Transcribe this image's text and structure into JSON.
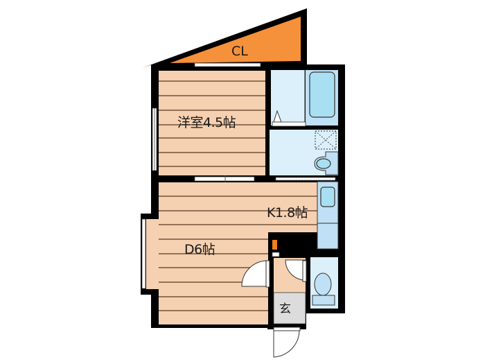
{
  "floor_plan": {
    "rooms": [
      {
        "id": "closet",
        "label": "CL",
        "type": "closet"
      },
      {
        "id": "western-room",
        "label": "洋室4.5帖",
        "type": "bedroom",
        "size_jo": 4.5
      },
      {
        "id": "kitchen",
        "label": "K1.8帖",
        "type": "kitchen",
        "size_jo": 1.8
      },
      {
        "id": "dining",
        "label": "D6帖",
        "type": "dining",
        "size_jo": 6
      },
      {
        "id": "entrance",
        "label": "玄",
        "type": "entrance"
      },
      {
        "id": "bathroom",
        "label": "",
        "type": "bath"
      },
      {
        "id": "washroom",
        "label": "",
        "type": "washroom"
      },
      {
        "id": "toilet",
        "label": "",
        "type": "toilet"
      }
    ],
    "colors": {
      "wall": "#000000",
      "floor_wood": "#f5d0b1",
      "floor_line": "#5a3a22",
      "closet": "#f5913a",
      "wet_area": "#dcf0fb",
      "fixture": "#a9dff2",
      "fixture_dark": "#bfe0f5",
      "entrance": "#dcdcdc",
      "fridge_marker": "#f07f1e"
    }
  }
}
